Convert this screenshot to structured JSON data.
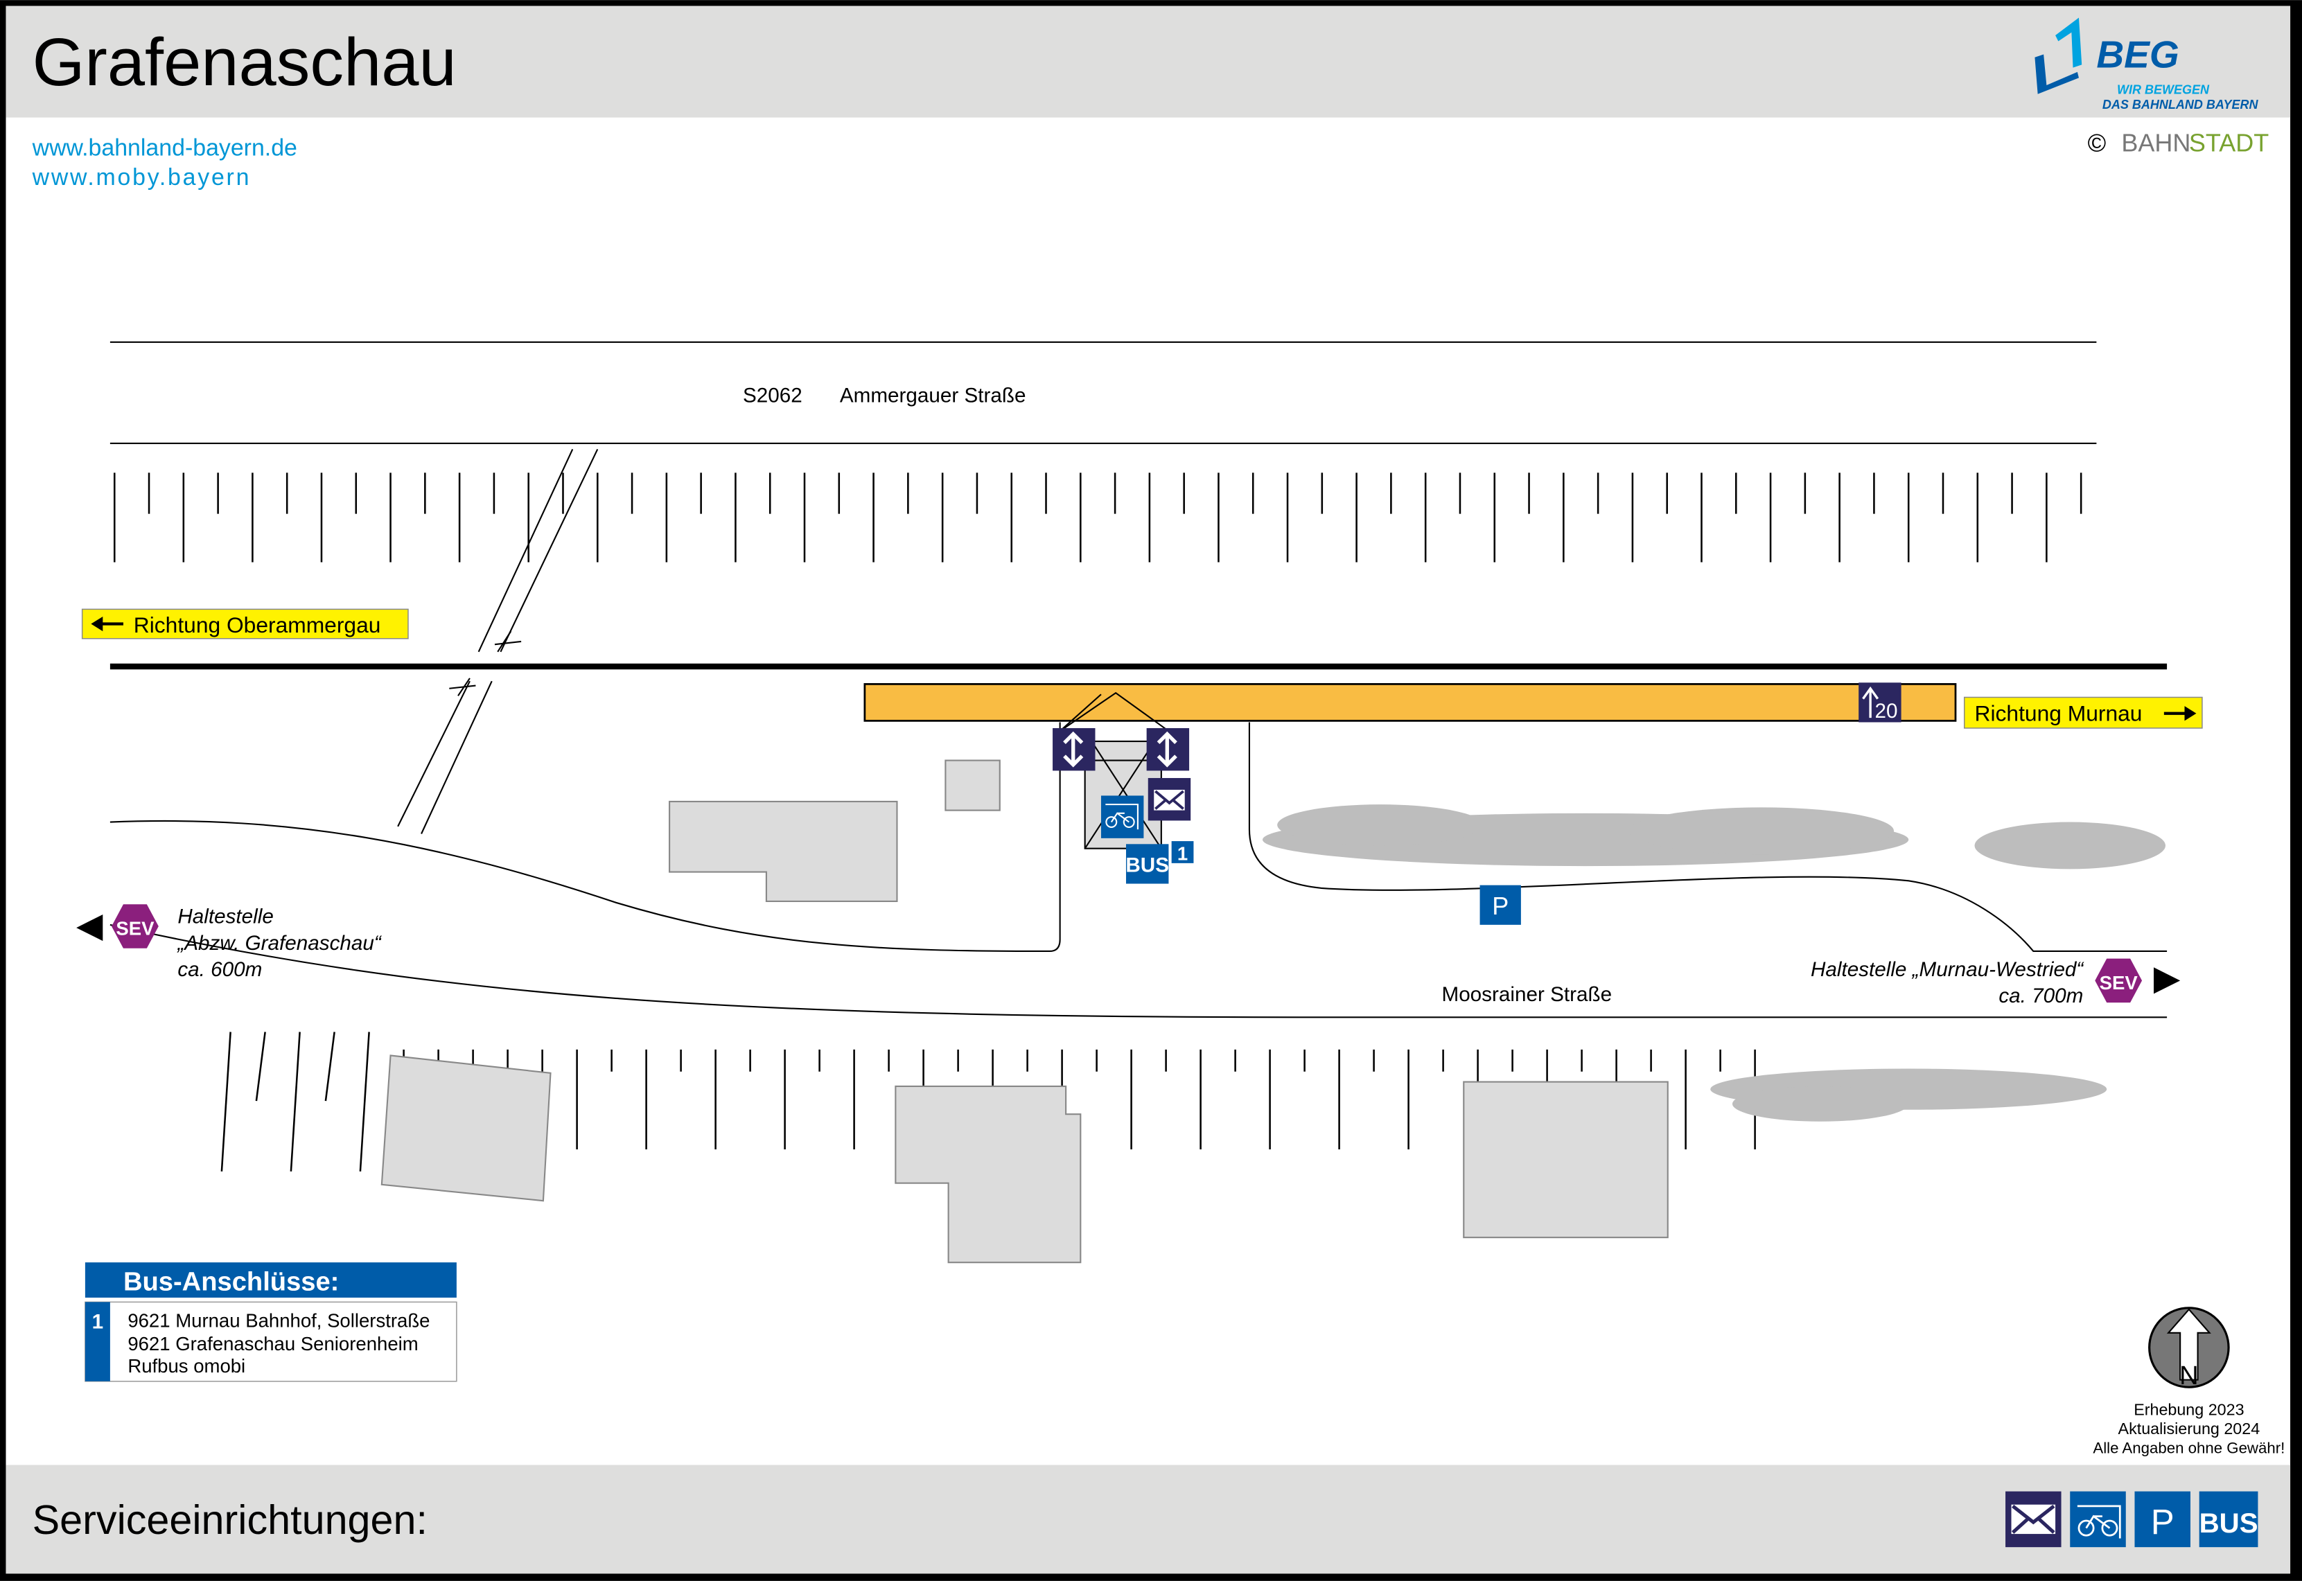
{
  "header": {
    "title": "Grafenaschau",
    "logo_text": "BEG",
    "logo_tagline1": "WIR BEWEGEN",
    "logo_tagline2": "DAS BAHNLAND BAYERN"
  },
  "links": [
    "www.bahnland-bayern.de",
    "www.moby.bayern"
  ],
  "copyright": {
    "symbol": "©",
    "part1": "BAHN",
    "part2": "STADT"
  },
  "roads": {
    "top_number": "S2062",
    "top_name": "Ammergauer Straße",
    "bottom_name": "Moosrainer Straße"
  },
  "directions": {
    "left": "Richtung Oberammergau",
    "right": "Richtung Murnau"
  },
  "platform": {
    "length_badge": "20"
  },
  "sev_left": {
    "badge": "SEV",
    "line1": "Haltestelle",
    "line2": "„Abzw. Grafenaschau“",
    "line3": "ca. 600m"
  },
  "sev_right": {
    "badge": "SEV",
    "line1": "Haltestelle „Murnau-Westried“",
    "line2": "ca. 700m"
  },
  "map_icons": {
    "parking": "P",
    "bus": "BUS",
    "bus_stop_number": "1"
  },
  "bus_box": {
    "title": "Bus-Anschlüsse:",
    "number": "1",
    "lines": [
      "9621 Murnau Bahnhof, Sollerstraße",
      "9621 Grafenaschau Seniorenheim",
      "Rufbus omobi"
    ]
  },
  "compass": {
    "letter": "N"
  },
  "notes": [
    "Erhebung 2023",
    "Aktualisierung 2024",
    "Alle Angaben ohne Gewähr!"
  ],
  "footer": {
    "title": "Serviceeinrichtungen:",
    "icons": [
      "mail-icon",
      "bike-parking-icon",
      "parking-icon",
      "bus-icon"
    ],
    "parking": "P",
    "bus": "BUS"
  },
  "colors": {
    "platform": "#f9bc43",
    "direction_sign": "#fff200",
    "navy": "#2b2660",
    "blue": "#005ca9",
    "sev": "#8b1f7d",
    "link": "#0096d6",
    "green": "#78a22f"
  }
}
